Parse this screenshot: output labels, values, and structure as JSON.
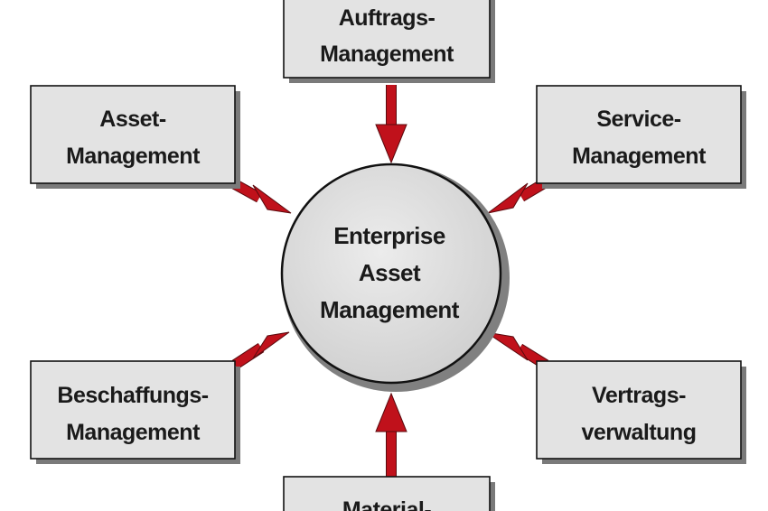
{
  "center": {
    "lines": [
      "Enterprise",
      "Asset",
      "Management"
    ],
    "fill_color": "#dedede"
  },
  "nodes": {
    "top": {
      "lines": [
        "Auftrags-",
        "Management"
      ]
    },
    "top_left": {
      "lines": [
        "Asset-",
        "Management"
      ]
    },
    "top_right": {
      "lines": [
        "Service-",
        "Management"
      ]
    },
    "bottom_left": {
      "lines": [
        "Beschaffungs-",
        "Management"
      ]
    },
    "bottom_right": {
      "lines": [
        "Vertrags-",
        "verwaltung"
      ]
    },
    "bottom": {
      "lines": [
        "Material-"
      ]
    }
  },
  "colors": {
    "arrow": "#c0111b",
    "box_fill": "#e3e3e3",
    "border": "#111111"
  }
}
